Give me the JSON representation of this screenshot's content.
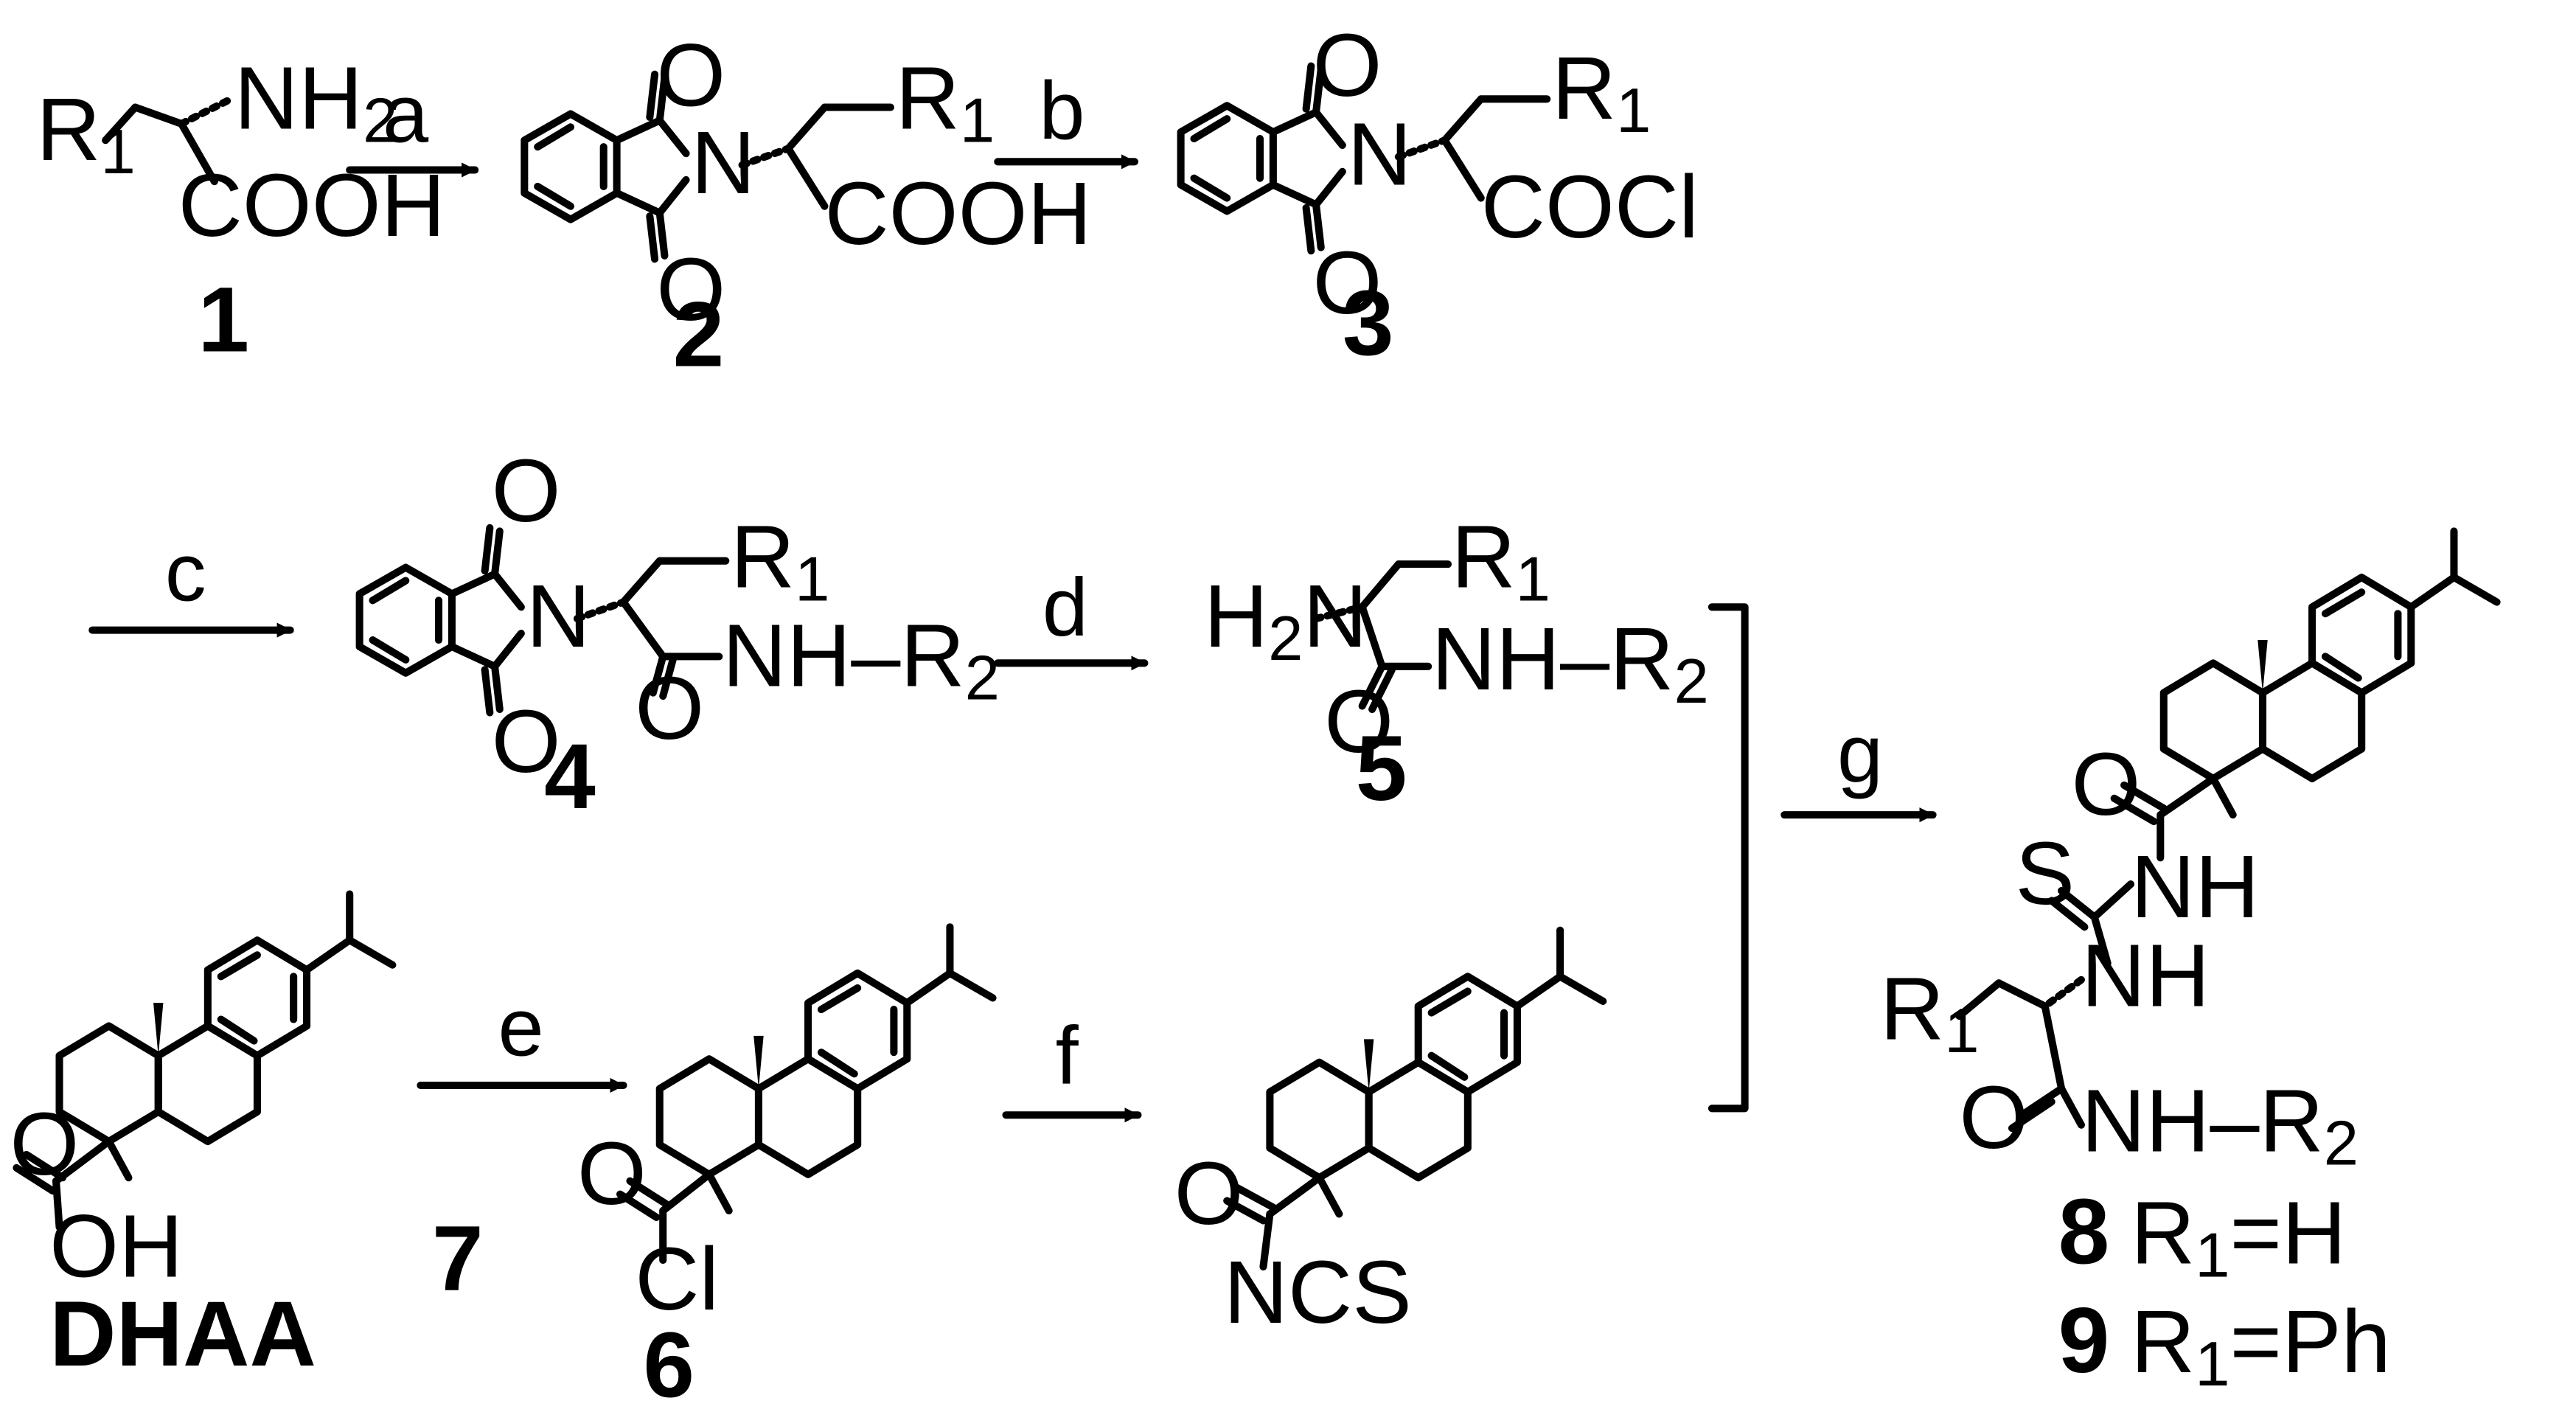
{
  "compounds": [
    {
      "id": "1",
      "label": "1"
    },
    {
      "id": "2",
      "label": "2"
    },
    {
      "id": "3",
      "label": "3"
    },
    {
      "id": "4",
      "label": "4"
    },
    {
      "id": "5",
      "label": "5"
    },
    {
      "id": "6",
      "label": "6"
    },
    {
      "id": "7",
      "label": "7"
    },
    {
      "id": "dhaa",
      "label": "DHAA"
    },
    {
      "id": "8",
      "label": "8"
    },
    {
      "id": "9",
      "label": "9"
    }
  ],
  "conditions": [
    "a",
    "b",
    "c",
    "d",
    "e",
    "f",
    "g"
  ],
  "product_variants": {
    "r8_base": "R",
    "r8_sub": "1",
    "r8_value": "=H",
    "r9_base": "R",
    "r9_sub": "1",
    "r9_value": "=Ph"
  },
  "groups": {
    "r": "R",
    "r1_sub": "1",
    "r2_sub": "2",
    "nh": "NH",
    "nh2": "NH",
    "h2n": "H",
    "n": "N",
    "nh_dash": "NH–R",
    "cooh": "COOH",
    "cocl": "COCl",
    "o": "O",
    "oh": "OH",
    "cl": "Cl",
    "s": "S",
    "ncs": "NCS",
    "two": "2"
  }
}
